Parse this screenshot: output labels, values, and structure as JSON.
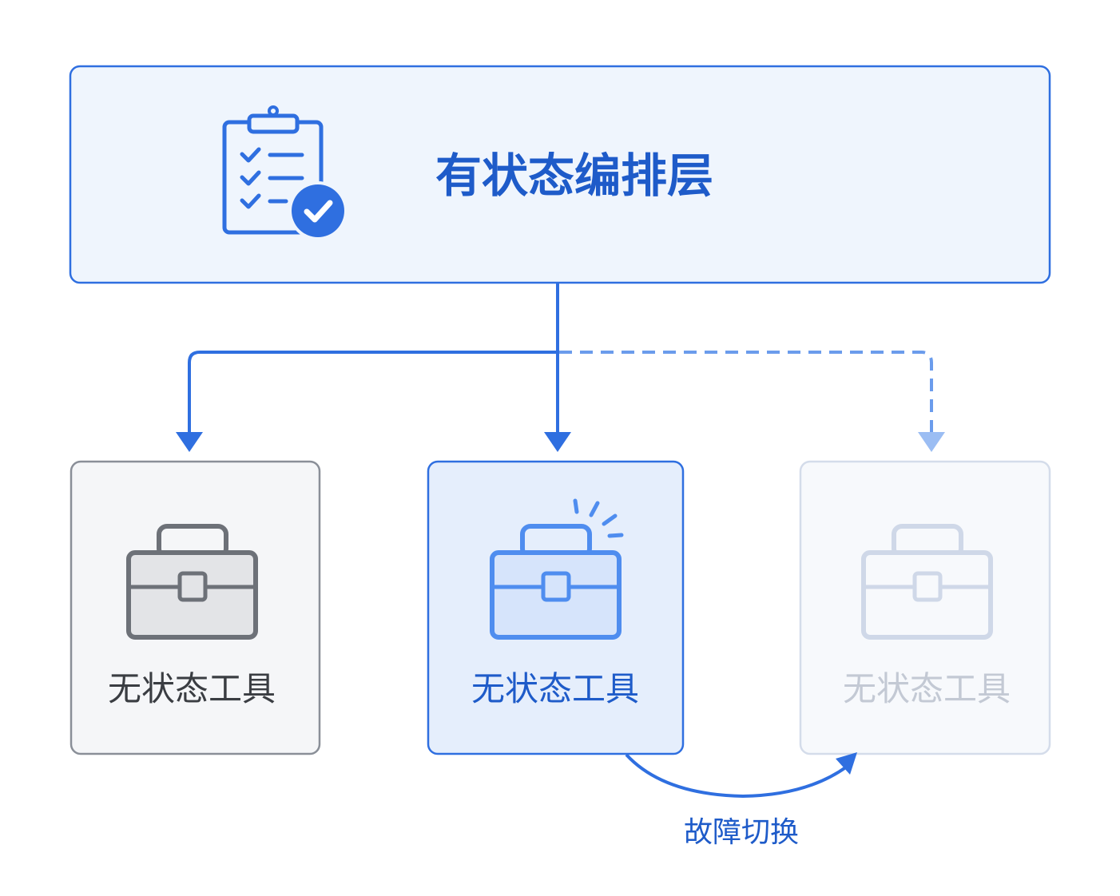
{
  "orchestrator": {
    "title": "有状态编排层",
    "icon": "clipboard-check-icon"
  },
  "tools": [
    {
      "label": "无状态工具",
      "icon": "toolbox-icon",
      "state": "idle"
    },
    {
      "label": "无状态工具",
      "icon": "toolbox-icon",
      "state": "active"
    },
    {
      "label": "无状态工具",
      "icon": "toolbox-icon",
      "state": "standby"
    }
  ],
  "failover": {
    "label": "故障切换"
  },
  "colors": {
    "primary": "#2f6fe0",
    "title": "#1e5bc9",
    "orchestrator_fill": "#eff5fd",
    "active_fill": "#e5eefc",
    "idle_fill": "#f5f6f8",
    "idle_stroke": "#8a8f98",
    "idle_text": "#3a3d42",
    "standby_stroke": "#c9d6ee",
    "standby_text": "#c3c9d4",
    "dashed": "#6b9cec",
    "arrow_light": "#9bbdf3"
  }
}
